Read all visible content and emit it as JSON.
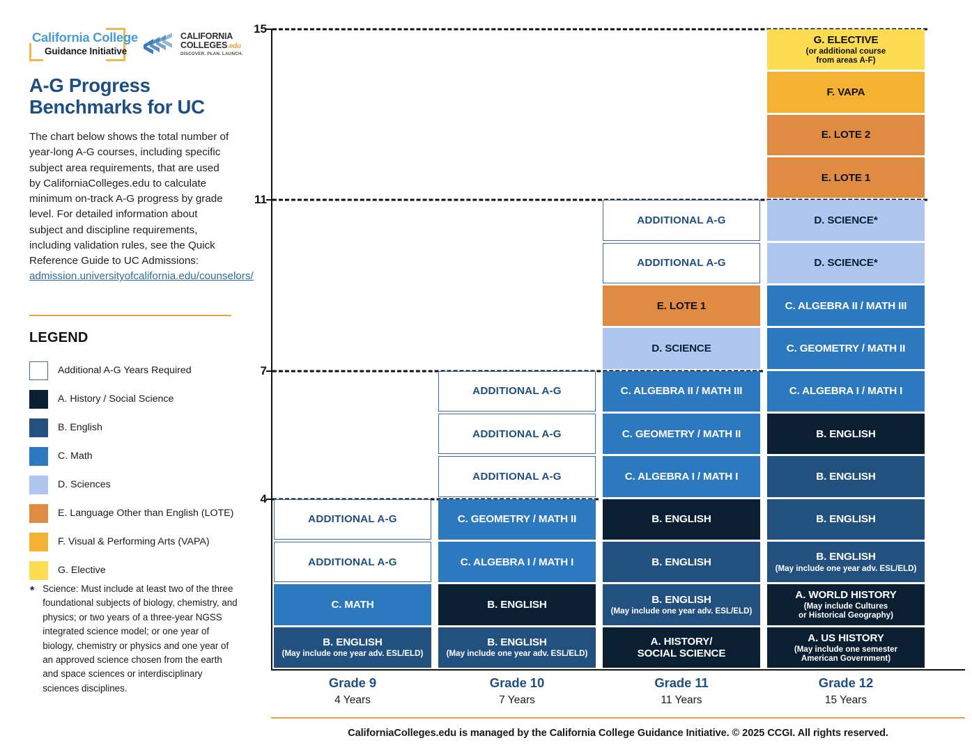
{
  "branding": {
    "ccgi_logo": {
      "line1": "California College",
      "line2": "Guidance Initiative"
    },
    "cce_logo": {
      "line1": "CALIFORNIA",
      "line2": "COLLEGES",
      "edu": ".edu",
      "tagline": "DISCOVER. PLAN. LAUNCH."
    }
  },
  "headline": "A-G Progress Benchmarks for UC",
  "intro": {
    "body_before_link": "The chart below shows the total number of year-long A-G courses, including specific subject area requirements, that are used by CaliforniaColleges.edu to calculate minimum on-track A-G progress by grade level. For detailed information about subject and discipline requirements, including validation rules, see the Quick Reference Guide to UC Admissions: ",
    "link_text": "admission.universityofcalifornia.edu/counselors/"
  },
  "legend": {
    "title": "LEGEND",
    "items": [
      {
        "label": "Additional A-G Years Required",
        "color": "#FFFFFF",
        "type": "additional"
      },
      {
        "label": "A. History / Social Science",
        "color": "#0B1F33",
        "type": "history"
      },
      {
        "label": "B. English",
        "color": "#22517F",
        "type": "english"
      },
      {
        "label": "C. Math",
        "color": "#2C79BF",
        "type": "math"
      },
      {
        "label": "D. Sciences",
        "color": "#AEC6F0",
        "type": "science"
      },
      {
        "label": "E. Language Other than English (LOTE)",
        "color": "#E08B42",
        "type": "lote"
      },
      {
        "label": "F. Visual & Performing Arts (VAPA)",
        "color": "#F5B131",
        "type": "vapa"
      },
      {
        "label": "G. Elective",
        "color": "#FBDC52",
        "type": "elective"
      }
    ]
  },
  "footnote": {
    "marker": "*",
    "text": "Science: Must include at least two of the three foundational subjects of biology, chemistry, and physics; or two years of a three-year NGSS integrated science model; or one year of biology, chemistry or physics and one year of an approved science chosen from the earth and space sciences or interdisciplinary sciences disciplines."
  },
  "chart_data": {
    "type": "bar",
    "title": "A-G Progress Benchmarks for UC",
    "xlabel": "",
    "ylabel": "",
    "ylim": [
      0,
      15
    ],
    "yticks": [
      4,
      7,
      11,
      15
    ],
    "gridlines": [
      {
        "value": 15,
        "span_to_column": 4
      },
      {
        "value": 11,
        "span_to_column": 4
      },
      {
        "value": 7,
        "span_to_column": 3
      },
      {
        "value": 4,
        "span_to_column": 2
      }
    ],
    "grid": true,
    "legend_position": "left-panel",
    "categories": [
      "Grade 9",
      "Grade 10",
      "Grade 11",
      "Grade 12"
    ],
    "values": [
      4,
      7,
      11,
      15
    ],
    "value_labels": [
      "4 Years",
      "7 Years",
      "11 Years",
      "15 Years"
    ],
    "columns": [
      {
        "grade": "Grade 9",
        "years_label": "4 Years",
        "total": 4,
        "segments": [
          {
            "main": "B. ENGLISH",
            "sub": "(May include one year adv. ESL/ELD)",
            "type": "english"
          },
          {
            "main": "C. MATH",
            "sub": "",
            "type": "math"
          },
          {
            "main": "ADDITIONAL A-G",
            "sub": "",
            "type": "additional"
          },
          {
            "main": "ADDITIONAL A-G",
            "sub": "",
            "type": "additional"
          }
        ]
      },
      {
        "grade": "Grade 10",
        "years_label": "7 Years",
        "total": 7,
        "segments": [
          {
            "main": "B. ENGLISH",
            "sub": "(May include one year adv. ESL/ELD)",
            "type": "english"
          },
          {
            "main": "B. ENGLISH",
            "sub": "",
            "type": "history"
          },
          {
            "main": "C. ALGEBRA I / MATH I",
            "sub": "",
            "type": "math"
          },
          {
            "main": "C. GEOMETRY / MATH II",
            "sub": "",
            "type": "math"
          },
          {
            "main": "ADDITIONAL A-G",
            "sub": "",
            "type": "additional"
          },
          {
            "main": "ADDITIONAL A-G",
            "sub": "",
            "type": "additional"
          },
          {
            "main": "ADDITIONAL A-G",
            "sub": "",
            "type": "additional"
          }
        ]
      },
      {
        "grade": "Grade 11",
        "years_label": "11 Years",
        "total": 11,
        "segments": [
          {
            "main": "A. HISTORY/ SOCIAL SCIENCE",
            "sub": "",
            "type": "history"
          },
          {
            "main": "B. ENGLISH",
            "sub": "(May include one year adv. ESL/ELD)",
            "type": "english"
          },
          {
            "main": "B. ENGLISH",
            "sub": "",
            "type": "english"
          },
          {
            "main": "B. ENGLISH",
            "sub": "",
            "type": "history"
          },
          {
            "main": "C. ALGEBRA I / MATH I",
            "sub": "",
            "type": "math"
          },
          {
            "main": "C. GEOMETRY / MATH II",
            "sub": "",
            "type": "math"
          },
          {
            "main": "C. ALGEBRA II / MATH III",
            "sub": "",
            "type": "math"
          },
          {
            "main": "D. SCIENCE",
            "sub": "",
            "type": "science"
          },
          {
            "main": "E. LOTE 1",
            "sub": "",
            "type": "lote"
          },
          {
            "main": "ADDITIONAL A-G",
            "sub": "",
            "type": "additional"
          },
          {
            "main": "ADDITIONAL A-G",
            "sub": "",
            "type": "additional"
          }
        ]
      },
      {
        "grade": "Grade 12",
        "years_label": "15 Years",
        "total": 15,
        "segments": [
          {
            "main": "A. US HISTORY",
            "sub": "(May include one semester American Government)",
            "type": "history"
          },
          {
            "main": "A. WORLD HISTORY",
            "sub": "(May include Cultures or Historical Geography)",
            "type": "history"
          },
          {
            "main": "B. ENGLISH",
            "sub": "(May include one year adv. ESL/ELD)",
            "type": "english"
          },
          {
            "main": "B. ENGLISH",
            "sub": "",
            "type": "english"
          },
          {
            "main": "B. ENGLISH",
            "sub": "",
            "type": "english"
          },
          {
            "main": "B. ENGLISH",
            "sub": "",
            "type": "history"
          },
          {
            "main": "C. ALGEBRA I / MATH I",
            "sub": "",
            "type": "math"
          },
          {
            "main": "C. GEOMETRY / MATH II",
            "sub": "",
            "type": "math"
          },
          {
            "main": "C. ALGEBRA II / MATH III",
            "sub": "",
            "type": "math"
          },
          {
            "main": "D. SCIENCE*",
            "sub": "",
            "type": "science"
          },
          {
            "main": "D. SCIENCE*",
            "sub": "",
            "type": "science"
          },
          {
            "main": "E. LOTE 1",
            "sub": "",
            "type": "lote"
          },
          {
            "main": "E. LOTE 2",
            "sub": "",
            "type": "lote"
          },
          {
            "main": "F. VAPA",
            "sub": "",
            "type": "vapa"
          },
          {
            "main": "G. ELECTIVE",
            "sub": "(or additional course from areas A-F)",
            "type": "elective"
          }
        ]
      }
    ]
  },
  "credit": "CaliforniaColleges.edu is managed by the California College Guidance Initiative. © 2025 CCGI. All rights reserved."
}
